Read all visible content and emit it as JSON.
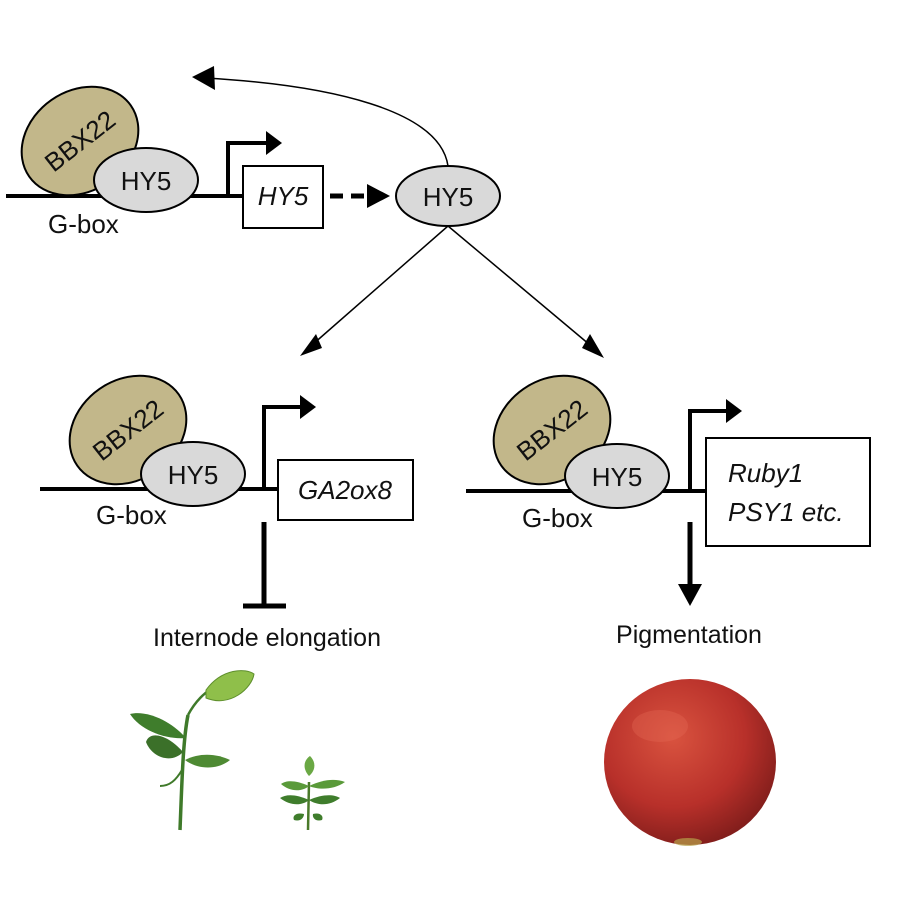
{
  "colors": {
    "bbx22_fill": "#c2b78a",
    "hy5_fill": "#d9d9d9",
    "stroke": "#000000",
    "fruit": "#c8392b"
  },
  "top": {
    "bbx22": "BBX22",
    "hy5_bound": "HY5",
    "gbox": "G-box",
    "gene": "HY5",
    "hy5_protein": "HY5"
  },
  "left": {
    "bbx22": "BBX22",
    "hy5_bound": "HY5",
    "gbox": "G-box",
    "gene": "GA2ox8",
    "outcome": "Internode elongation"
  },
  "right": {
    "bbx22": "BBX22",
    "hy5_bound": "HY5",
    "gbox": "G-box",
    "gene_line1": "Ruby1",
    "gene_line2": "PSY1 etc.",
    "outcome": "Pigmentation"
  },
  "icons": {
    "plants": "seedling-icon",
    "fruit": "blood-orange-icon"
  }
}
